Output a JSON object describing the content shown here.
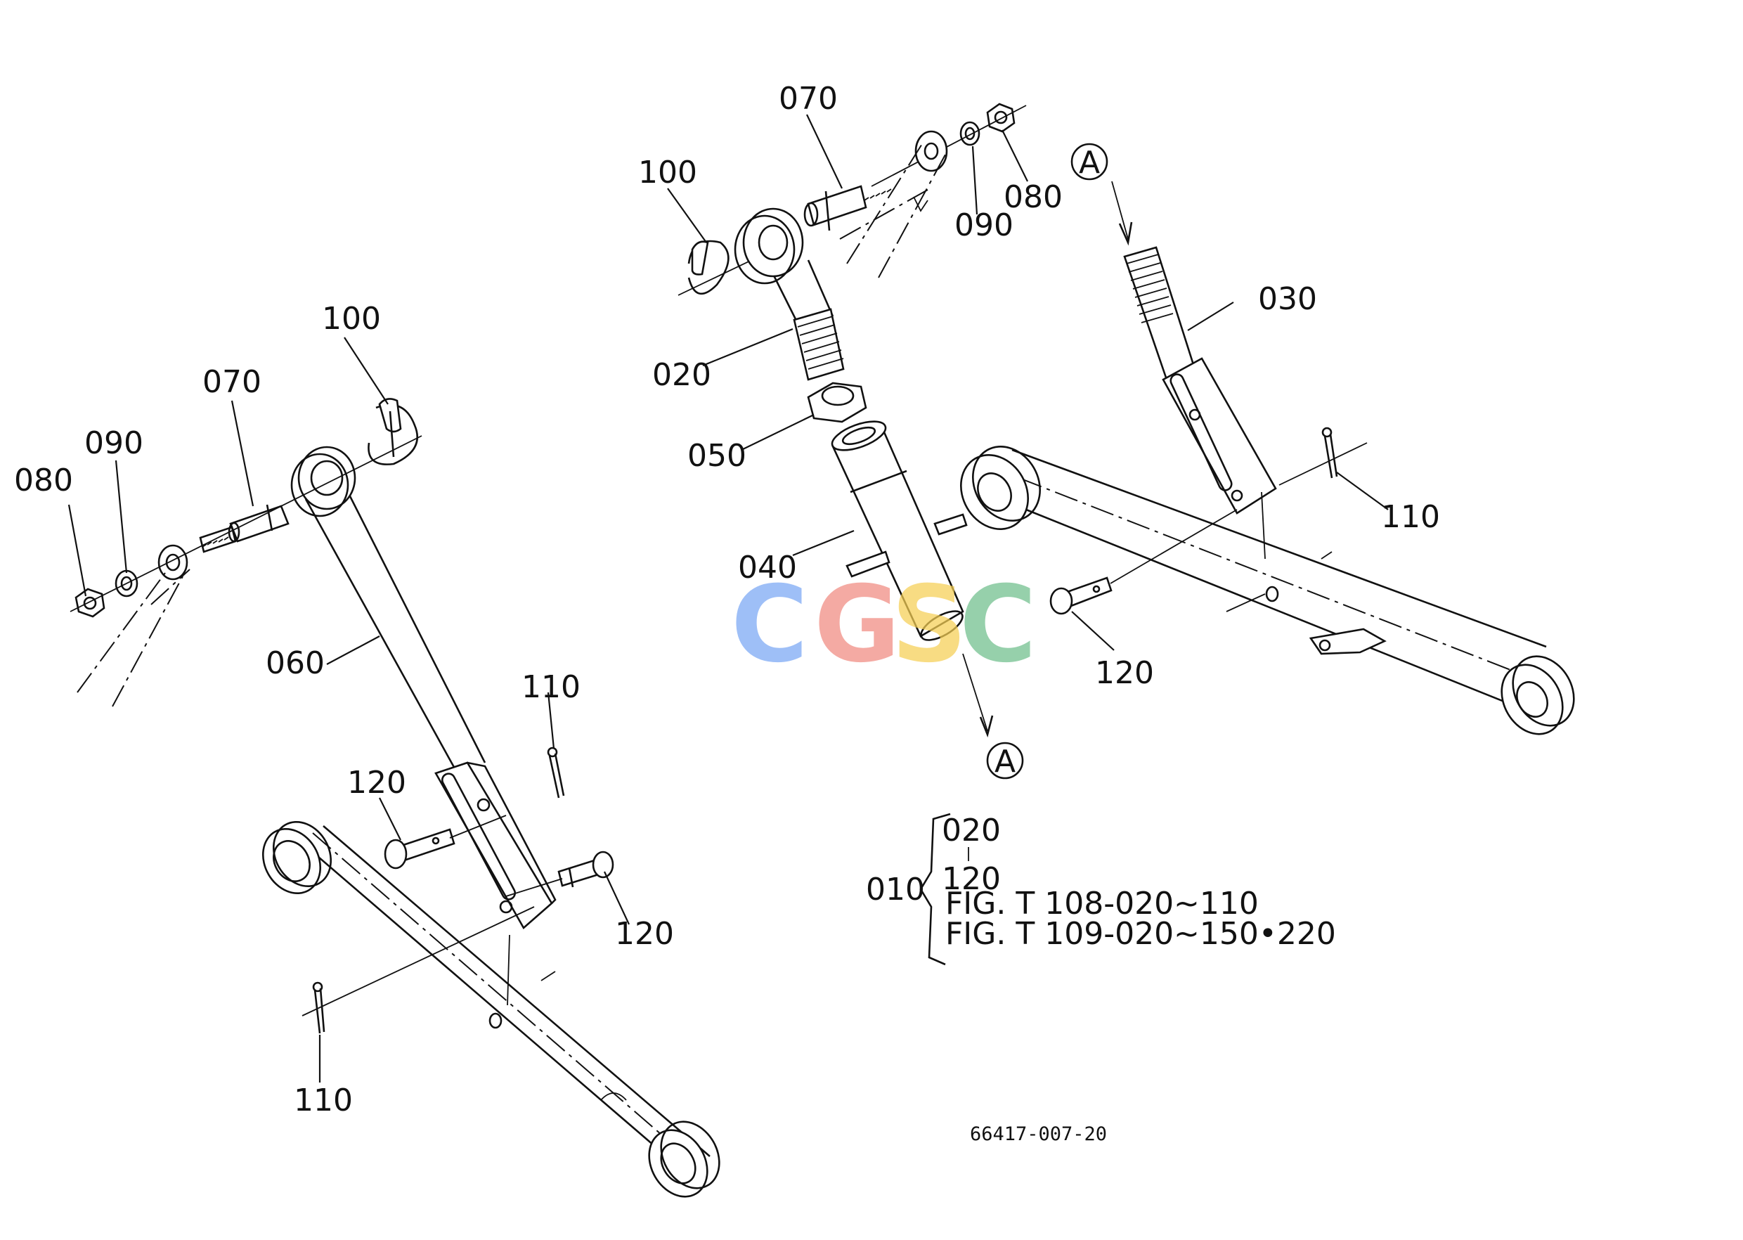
{
  "callouts": {
    "left_080": "080",
    "left_090": "090",
    "left_070": "070",
    "left_100": "100",
    "left_060": "060",
    "left_110_top": "110",
    "left_120_a": "120",
    "left_120_b": "120",
    "left_110_bottom": "110",
    "top_070": "070",
    "top_100": "100",
    "top_090": "090",
    "top_080": "080",
    "top_020": "020",
    "top_050": "050",
    "top_040": "040",
    "right_030": "030",
    "right_110": "110",
    "right_120": "120",
    "ref_a_top": "A",
    "ref_a_bottom": "A"
  },
  "legend": {
    "assembly": "010",
    "range_start": "020",
    "range_end": "120",
    "fig_ref_1": "FIG. T 108-020~110",
    "fig_ref_2": "FIG. T 109-020~150•220"
  },
  "drawing_number": "66417-007-20",
  "watermark": {
    "letters": [
      "C",
      "G",
      "S",
      "C"
    ],
    "colors": [
      "#7aa7f5",
      "#f08a80",
      "#f6cf54",
      "#6fbf8c"
    ]
  }
}
